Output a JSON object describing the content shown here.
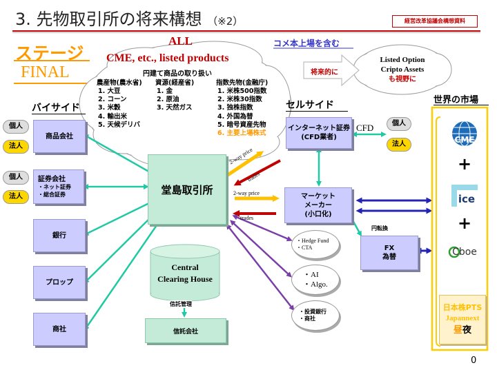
{
  "header": {
    "title": "3. 先物取引所の将来構想",
    "note": "（※2）",
    "badge": "経営改革協議会構想資料"
  },
  "stage": {
    "label": "ステージ",
    "final": "FINAL"
  },
  "cloud": {
    "all": "ALL",
    "listed": "CME, etc., listed products",
    "sub": "円建て商品の取り扱い",
    "col1_title": "農産物(農水省)",
    "col1_items": [
      "1. 大豆",
      "2. コーン",
      "3. 米穀",
      "4. 輸出米",
      "5. 天候デリバ"
    ],
    "col2_title": "資源(経産省)",
    "col2_items": [
      "1. 金",
      "2. 原油",
      "3. 天然ガス"
    ],
    "col3_title": "指数先物(金融庁)",
    "col3_items": [
      "1. 米株500指数",
      "2. 米株30指数",
      "3. 独株指数",
      "4. 外国為替",
      "5. 暗号資産先物",
      "6. 主要上場株式"
    ]
  },
  "top_right": {
    "rice_note": "コメ本上場を含む",
    "future": "将来的に",
    "option_line1": "Listed Option",
    "option_line2": "Cripto Assets",
    "option_line3": "も視野に"
  },
  "buy_side": {
    "title": "バイサイド",
    "individual": "個人",
    "corporate": "法人",
    "trading_company": "商品会社",
    "securities": "証券会社",
    "securities_sub1": "・ネット証券",
    "securities_sub2": "・総合証券",
    "bank": "銀行",
    "prop": "プロップ",
    "shosha": "商社"
  },
  "center": {
    "exchange": "堂島取引所",
    "clearing_line1": "Central",
    "clearing_line2": "Clearing House",
    "trust_mgmt": "信託管理",
    "trust_company": "信託会社",
    "label_2way_a": "2-way price",
    "label_trades_a": "trades",
    "label_2way_b": "2-way price",
    "label_trades_b": "trades"
  },
  "sell_side": {
    "title": "セルサイド",
    "internet_line1": "インターネット証券",
    "internet_line2": "(CFD業者)",
    "cfd": "CFD",
    "individual": "個人",
    "corporate": "法人",
    "mm_line1": "マーケット",
    "mm_line2": "メーカー",
    "mm_line3": "(小口化)",
    "fx_conv": "円転換",
    "fx_line1": "FX",
    "fx_line2": "為替",
    "hedge1": "・Hedge Fund",
    "hedge2": "・CTA",
    "ai1": "・AI",
    "ai2": "・Algo.",
    "ib1": "・投資銀行",
    "ib2": "・商社"
  },
  "world": {
    "title": "世界の市場",
    "cme": "CME",
    "plus": "+",
    "ice": "ice",
    "cboe": "Cboe",
    "pts1": "日本株PTS",
    "pts2": "Japannext",
    "pts3_a": "昼",
    "pts3_b": "夜"
  },
  "page_number": "0"
}
